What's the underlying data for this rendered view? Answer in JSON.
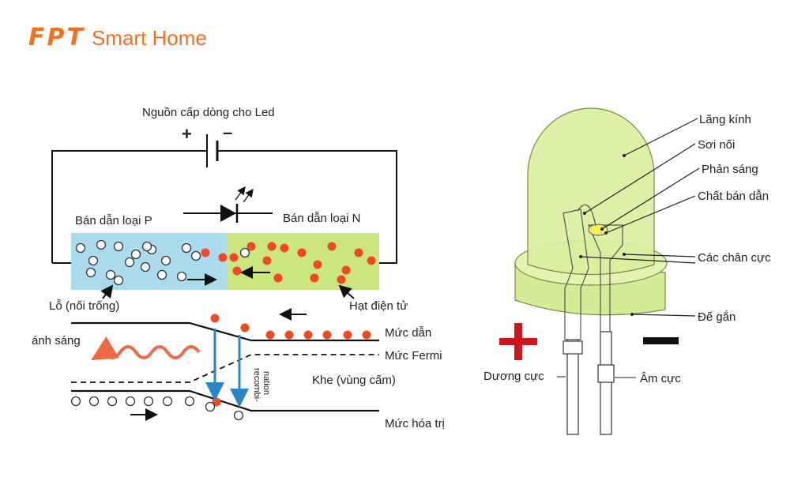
{
  "brand": {
    "logo_mark": "FPT",
    "logo_text": "Smart Home"
  },
  "circuit": {
    "title": "Nguồn cấp dòng cho Led",
    "plus": "+",
    "minus": "–",
    "p_label": "Bán dẫn loại P",
    "n_label": "Bán dẫn loại N",
    "hole_label": "Lỗ (nối trống)",
    "electron_label": "Hạt điện tử"
  },
  "bands": {
    "light_label": "ánh sáng",
    "conduction": "Mức dẫn",
    "fermi": "Mức Fermi",
    "gap": "Khe (vùng cấm)",
    "valence": "Mức hóa trị",
    "recombination_1": "recombi-",
    "recombination_2": "nation"
  },
  "led": {
    "lens": "Lăng kính",
    "wire": "Sơi nối",
    "reflector": "Phản sáng",
    "semiconductor": "Chất bán dẫn",
    "leads": "Các chân cực",
    "base": "Đế gắn",
    "anode": "Dương cực",
    "cathode": "Âm cực"
  },
  "colors": {
    "brand": "#f37021",
    "p_region": "#a9dbec",
    "n_region": "#cbe67e",
    "electron": "#ee4a26",
    "arrow_blue": "#2b86c6",
    "plus_red": "#c8181e",
    "led_green": "#d9f0a0"
  }
}
